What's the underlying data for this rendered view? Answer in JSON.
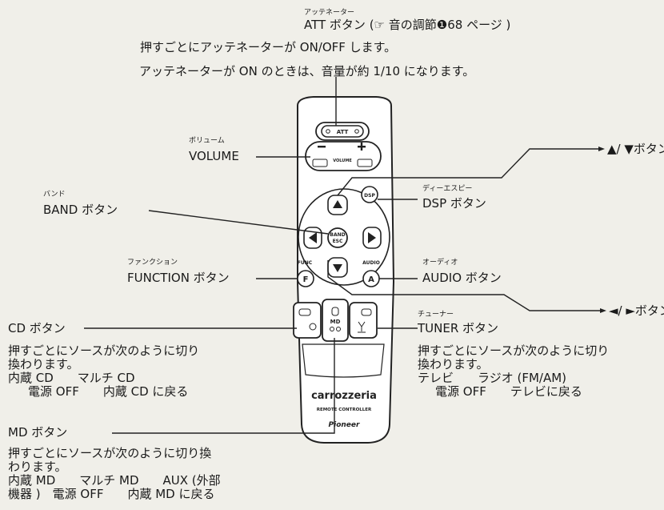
{
  "att": {
    "ruby": "アッテネーター",
    "label": "ATT ボタン (☞ 音の調節❶68 ページ )",
    "desc1": "押すごとにアッテネーターが ON/OFF します。",
    "desc2": "アッテネーターが ON のときは、音量が約 1/10 になります。"
  },
  "volume": {
    "ruby": "ボリューム",
    "label": "VOLUME"
  },
  "updown": {
    "label": "▲/ ▼ボタン"
  },
  "dsp": {
    "ruby": "ディーエスピー",
    "label": "DSP ボタン"
  },
  "band": {
    "ruby": "バンド",
    "label": "BAND ボタン"
  },
  "function": {
    "ruby": "ファンクション",
    "label": "FUNCTION ボタン"
  },
  "audio": {
    "ruby": "オーディオ",
    "label": "AUDIO ボタン"
  },
  "leftright": {
    "label": "◄/ ►ボタン"
  },
  "cd": {
    "label": "CD ボタン",
    "desc1": "押すごとにソースが次のように切り",
    "desc2": "換わります。",
    "seq1": "内蔵 CD　　マルチ CD",
    "seq2": "電源 OFF　　内蔵 CD に戻る"
  },
  "tuner": {
    "ruby": "チューナー",
    "label": "TUNER ボタン",
    "desc1": "押すごとにソースが次のように切り",
    "desc2": "換わります。",
    "seq1": "テレビ　　ラジオ (FM/AM)",
    "seq2": "電源 OFF　　テレビに戻る"
  },
  "md": {
    "label": "MD ボタン",
    "desc1": "押すごとにソースが次のように切り換",
    "desc2": "わります。",
    "seq1": "内蔵 MD　　マルチ MD　　AUX (外部",
    "seq2": "機器 )　電源 OFF　　内蔵 MD に戻る"
  },
  "remote": {
    "att_key": "ATT",
    "volume_key": "VOLUME",
    "band_key1": "BAND",
    "band_key2": "ESC",
    "dsp_key": "DSP",
    "func_label": "FUNC",
    "func_key": "F",
    "audio_label": "AUDIO",
    "audio_key": "A",
    "md_key": "MD",
    "brand": "carrozzeria",
    "caption": "REMOTE CONTROLLER",
    "maker": "Pioneer"
  }
}
